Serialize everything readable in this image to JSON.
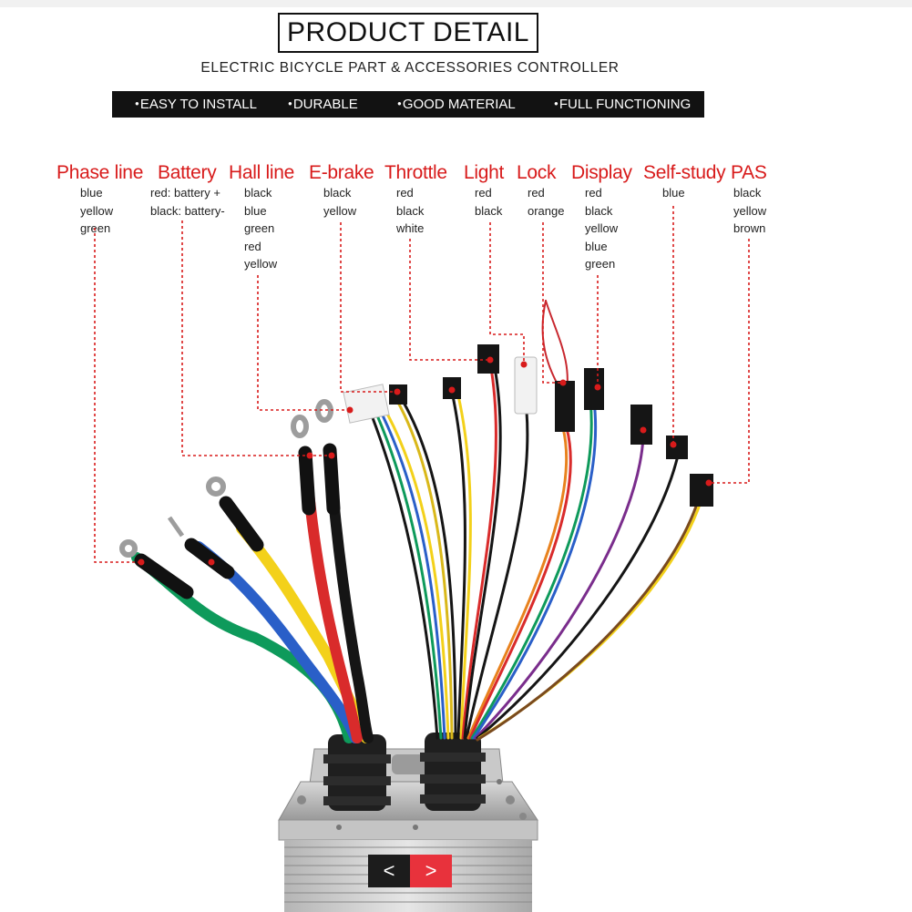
{
  "header": {
    "title": "PRODUCT DETAIL",
    "subtitle": "ELECTRIC BICYCLE PART & ACCESSORIES CONTROLLER",
    "features": [
      "EASY TO INSTALL",
      "DURABLE",
      "GOOD MATERIAL",
      "FULL FUNCTIONING"
    ]
  },
  "labels": [
    {
      "name": "Phase line",
      "wires": [
        "blue",
        "yellow",
        "green"
      ]
    },
    {
      "name": "Battery",
      "wires": [
        "red: battery +",
        "black: battery-"
      ]
    },
    {
      "name": "Hall line",
      "wires": [
        "black",
        "blue",
        "green",
        "red",
        "yellow"
      ]
    },
    {
      "name": "E-brake",
      "wires": [
        "black",
        "yellow"
      ]
    },
    {
      "name": "Throttle",
      "wires": [
        "red",
        "black",
        "white"
      ]
    },
    {
      "name": "Light",
      "wires": [
        "red",
        "black"
      ]
    },
    {
      "name": "Lock",
      "wires": [
        "red",
        "orange"
      ]
    },
    {
      "name": "Display",
      "wires": [
        "red",
        "black",
        "yellow",
        "blue",
        "green"
      ]
    },
    {
      "name": "Self-study",
      "wires": [
        "blue"
      ]
    },
    {
      "name": "PAS",
      "wires": [
        "black",
        "yellow",
        "brown"
      ]
    }
  ],
  "nav": {
    "prev": "<",
    "next": ">"
  },
  "colors": {
    "accent": "#d81b1b",
    "bar": "#121212",
    "next_button": "#e8323c",
    "prev_button": "#1c1c1c"
  }
}
